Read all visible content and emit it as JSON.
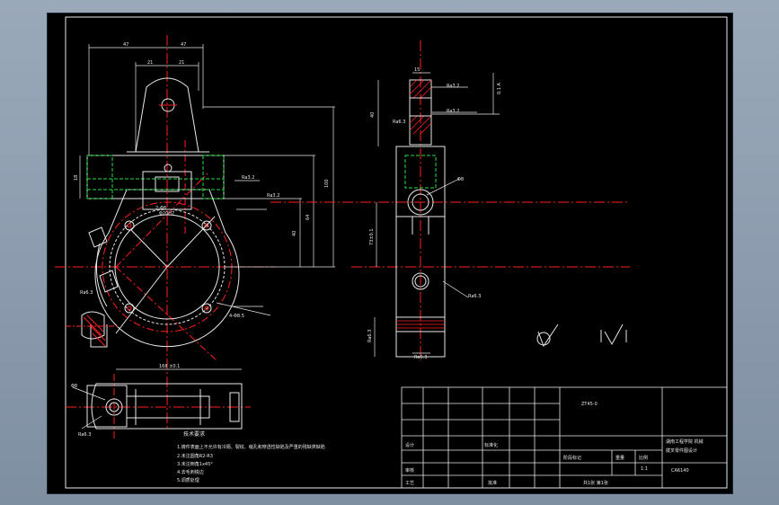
{
  "title_block": {
    "material": "ZT45-0",
    "design_label": "设计",
    "standard_label": "标准化",
    "review_label": "审核",
    "craft_label": "工艺",
    "approve_label": "批准",
    "stage_label": "阶段标记",
    "weight_label": "重量",
    "scale_label": "比例",
    "scale_value": "1:1",
    "sheet_text": "共1张  第1张",
    "school": "湖南工程学院 机械",
    "drawing_name": "拨叉零件图设计",
    "drawing_no": "CA6140"
  },
  "tech_req": {
    "heading": "技术要求",
    "lines": [
      "1.铸件表面上不允许有冷隔、裂纹、缩孔和穿透性缺陷及严重的残缺类缺陷",
      "2.未注圆角R2-R3",
      "3.未注倒角1x45°",
      "4.去毛刺锐边",
      "5.调质处理"
    ]
  }
}
